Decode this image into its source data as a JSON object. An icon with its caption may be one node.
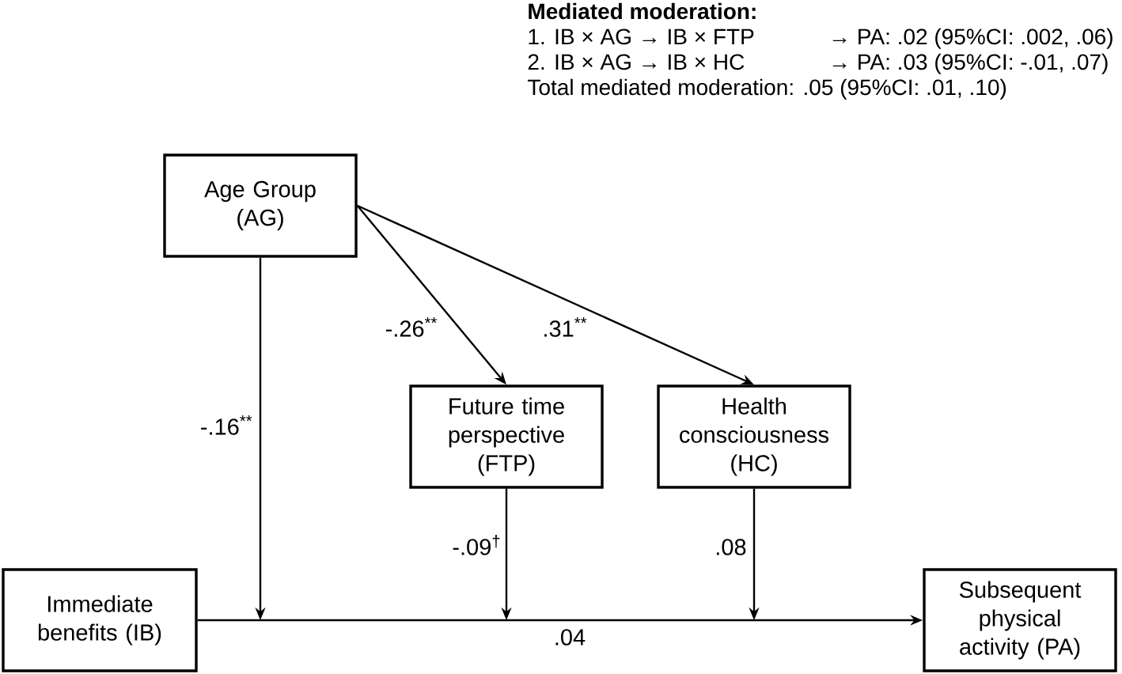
{
  "diagram": {
    "nodes": [
      {
        "text": [
          "Age Group (AG)"
        ]
      },
      {
        "text": [
          "Future time perspective (FTP)"
        ]
      },
      {
        "text": [
          "Health consciousness (HC)"
        ]
      },
      {
        "text": [
          "Immediate benefits (IB)"
        ]
      },
      {
        "text": [
          "Subsequent physical activity (PA)"
        ]
      }
    ],
    "edges": [
      {
        "from": 0,
        "to": 1,
        "arrow": "to",
        "label": "-.26$^{**}$"
      },
      {
        "from": 0,
        "to": 2,
        "arrow": "to",
        "label": ".31$^{**}$"
      },
      {
        "from": 0,
        "to": null,
        "arrow": "to",
        "label": "-.16$^{**}$"
      },
      {
        "from": 1,
        "to": null,
        "arrow": "to",
        "label": "-.09$^{†}$"
      },
      {
        "from": 2,
        "to": null,
        "arrow": "to",
        "label": ".08"
      },
      {
        "from": 3,
        "to": 4,
        "arrow": "to",
        "label": ".04"
      }
    ],
    "labels": [
      "Mediated moderation:",
      "1. IB × AG → IB × FTP",
      "→ PA: .02 (95%CI: .002, .06)",
      "2. IB × AG → IB × HC",
      "→ PA: .03 (95%CI: -.01, .07)",
      "Total mediated moderation: .05 (95%CI: .01, .10)"
    ]
  }
}
